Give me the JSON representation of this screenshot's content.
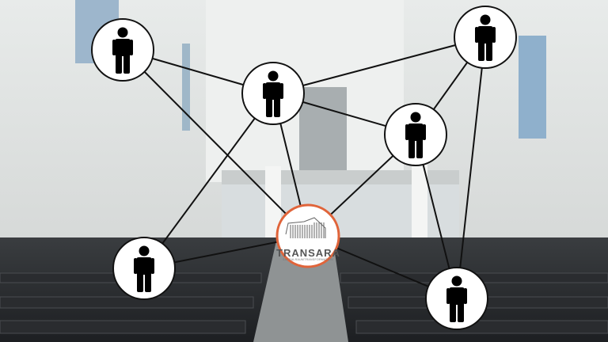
{
  "logo": {
    "name": "TRANSARA",
    "subtitle": "SAKRALRAUMTRANSFORMATION",
    "ring_color": "#e0643a"
  },
  "nodes": [
    {
      "id": "p1",
      "icon": "person-icon"
    },
    {
      "id": "p2",
      "icon": "person-icon"
    },
    {
      "id": "p3",
      "icon": "person-icon"
    },
    {
      "id": "p4",
      "icon": "person-icon"
    },
    {
      "id": "p5",
      "icon": "person-icon"
    },
    {
      "id": "p6",
      "icon": "person-icon"
    },
    {
      "id": "hub",
      "icon": "transara-logo"
    }
  ],
  "edges": [
    [
      "p1",
      "p2"
    ],
    [
      "p1",
      "hub"
    ],
    [
      "p2",
      "p3"
    ],
    [
      "p2",
      "p4"
    ],
    [
      "p2",
      "hub"
    ],
    [
      "p3",
      "p4"
    ],
    [
      "p3",
      "p6"
    ],
    [
      "p4",
      "hub"
    ],
    [
      "p4",
      "p6"
    ],
    [
      "p5",
      "p2"
    ],
    [
      "p5",
      "hub"
    ],
    [
      "hub",
      "p6"
    ]
  ]
}
